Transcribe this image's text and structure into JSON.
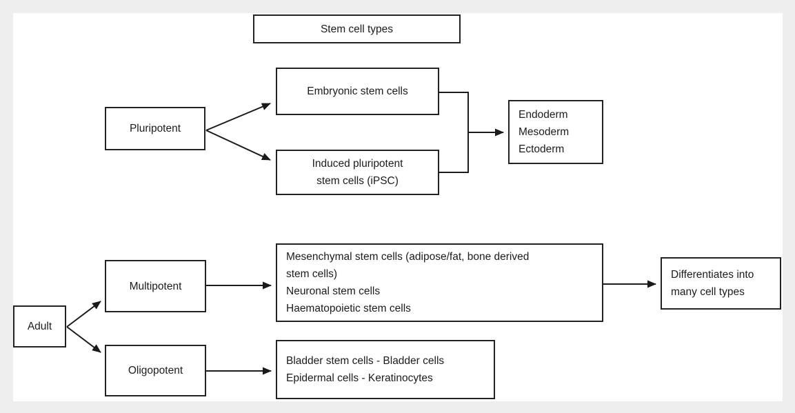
{
  "diagram": {
    "title_box": {
      "label": "Stem cell types"
    },
    "boxes": {
      "pluripotent": {
        "label": "Pluripotent"
      },
      "embryonic": {
        "label": "Embryonic stem cells"
      },
      "ipsc": {
        "lines": [
          "Induced pluripotent",
          "stem cells (iPSC)"
        ]
      },
      "germ_layers": {
        "lines": [
          "Endoderm",
          "Mesoderm",
          "Ectoderm"
        ]
      },
      "adult": {
        "label": "Adult"
      },
      "multipotent": {
        "label": "Multipotent"
      },
      "oligopotent": {
        "label": "Oligopotent"
      },
      "multipotent_types": {
        "lines": [
          "Mesenchymal stem cells (adipose/fat, bone derived",
          "stem cells)",
          "Neuronal stem cells",
          "Haematopoietic stem cells"
        ]
      },
      "differentiates": {
        "lines": [
          "Differentiates into",
          "many cell types"
        ]
      },
      "oligopotent_types": {
        "lines": [
          "Bladder stem cells - Bladder cells",
          "Epidermal cells - Keratinocytes"
        ]
      }
    },
    "colors": {
      "background": "#eeeeee",
      "canvas": "#ffffff",
      "line": "#1a1a1a",
      "text": "#1c1c1c"
    }
  }
}
